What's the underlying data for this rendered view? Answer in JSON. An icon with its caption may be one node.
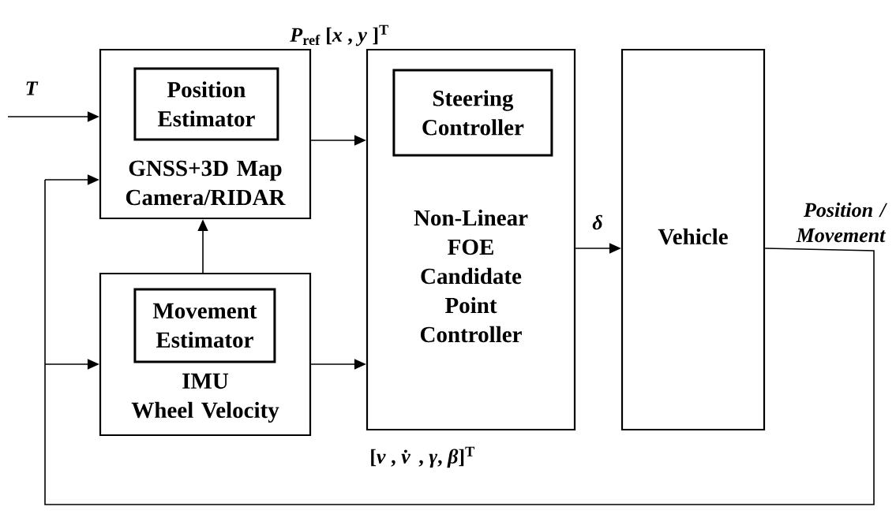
{
  "diagram": {
    "nodes": [
      {
        "text": [
          "GNSS+3D Map",
          "Camera/RIDAR"
        ]
      },
      {
        "text": [
          "Position Estimator"
        ],
        "in": 0
      },
      {
        "text": [
          "IMU",
          "Wheel Velocity"
        ]
      },
      {
        "text": [
          "Movement Estimator"
        ],
        "in": 2
      },
      {
        "text": [
          "Non-Linear FOE Candidate Point Controller"
        ]
      },
      {
        "text": [
          "Steering Controller"
        ],
        "in": 4
      },
      {
        "text": [
          "Vehicle"
        ]
      }
    ],
    "edges": [
      {
        "from": null,
        "to": 0,
        "arrow": "to",
        "label": "*T*"
      },
      {
        "from": 0,
        "to": 4,
        "arrow": "to",
        "label": "*P*$_{ref}$ [*x* , *y* ]$^{T}$"
      },
      {
        "from": 2,
        "to": 0,
        "arrow": "to"
      },
      {
        "from": 2,
        "to": 4,
        "arrow": "to",
        "label": "[*v* , *v̇* , *γ*, *β*]$^{T}$"
      },
      {
        "from": 4,
        "to": 6,
        "arrow": "to",
        "label": "*δ*"
      },
      {
        "from": 6,
        "to": 0,
        "arrow": "to",
        "label": "*Position / Movement*"
      },
      {
        "from": 6,
        "to": 2,
        "arrow": "to"
      }
    ]
  }
}
